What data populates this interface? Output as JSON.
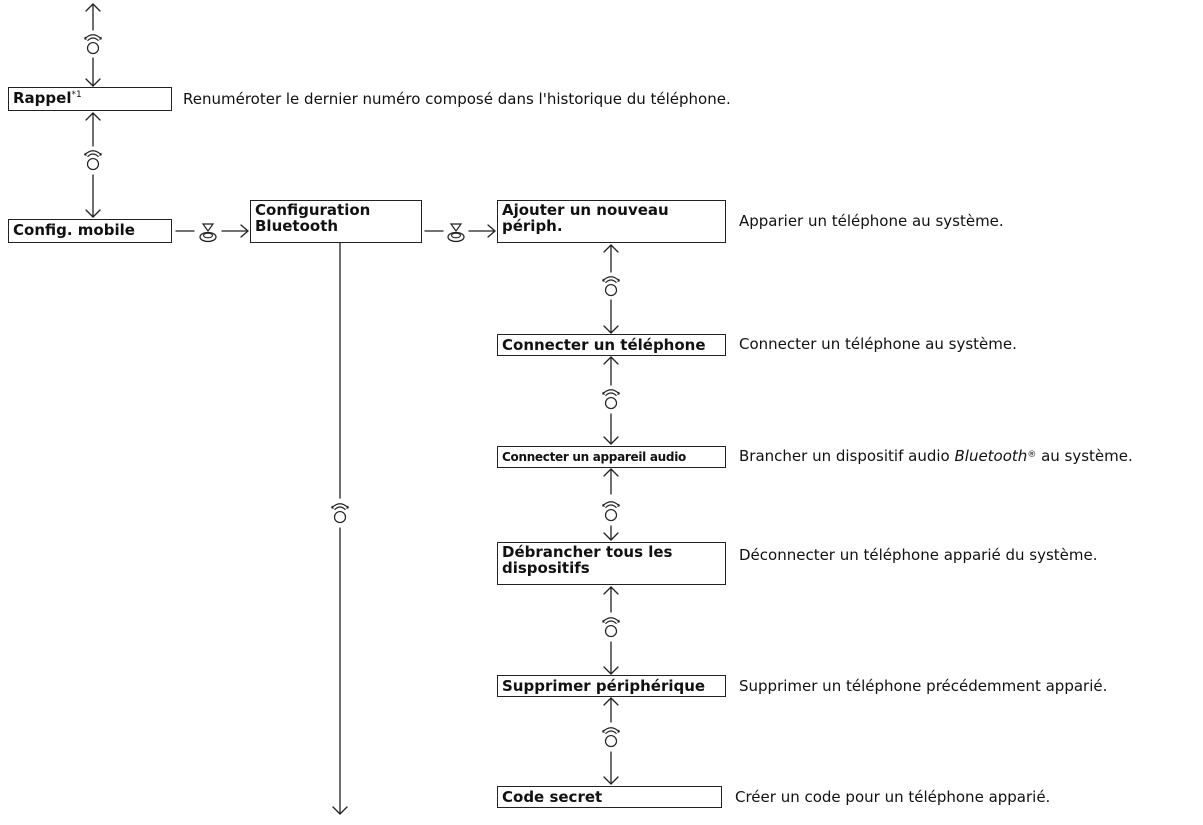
{
  "menu": {
    "rappel": {
      "label": "Rappel",
      "note": "*1",
      "description": "Renuméroter le dernier numéro composé dans l'historique du téléphone."
    },
    "config_mobile": {
      "label": "Config. mobile"
    },
    "config_bluetooth": {
      "label_line1": "Configuration",
      "label_line2": "Bluetooth"
    },
    "submenu": [
      {
        "label_line1": "Ajouter un nouveau",
        "label_line2": "périph.",
        "description": "Apparier un téléphone au système."
      },
      {
        "label": "Connecter un téléphone",
        "description": "Connecter un téléphone au système."
      },
      {
        "label": "Connecter un appareil audio",
        "description_before": "Brancher un dispositif audio ",
        "description_italic": "Bluetooth",
        "description_mark": "®",
        "description_after": " au système."
      },
      {
        "label_line1": "Débrancher tous les",
        "label_line2": "dispositifs",
        "description": "Déconnecter un téléphone apparié du système."
      },
      {
        "label": "Supprimer périphérique",
        "description": "Supprimer un téléphone précédemment apparié."
      },
      {
        "label": "Code secret",
        "description": "Créer un code pour un téléphone apparié."
      }
    ]
  },
  "icons": {
    "rotate": "rotate-knob-icon",
    "press": "press-knob-icon"
  },
  "colors": {
    "line": "#222222",
    "text": "#111111",
    "background": "#ffffff"
  }
}
